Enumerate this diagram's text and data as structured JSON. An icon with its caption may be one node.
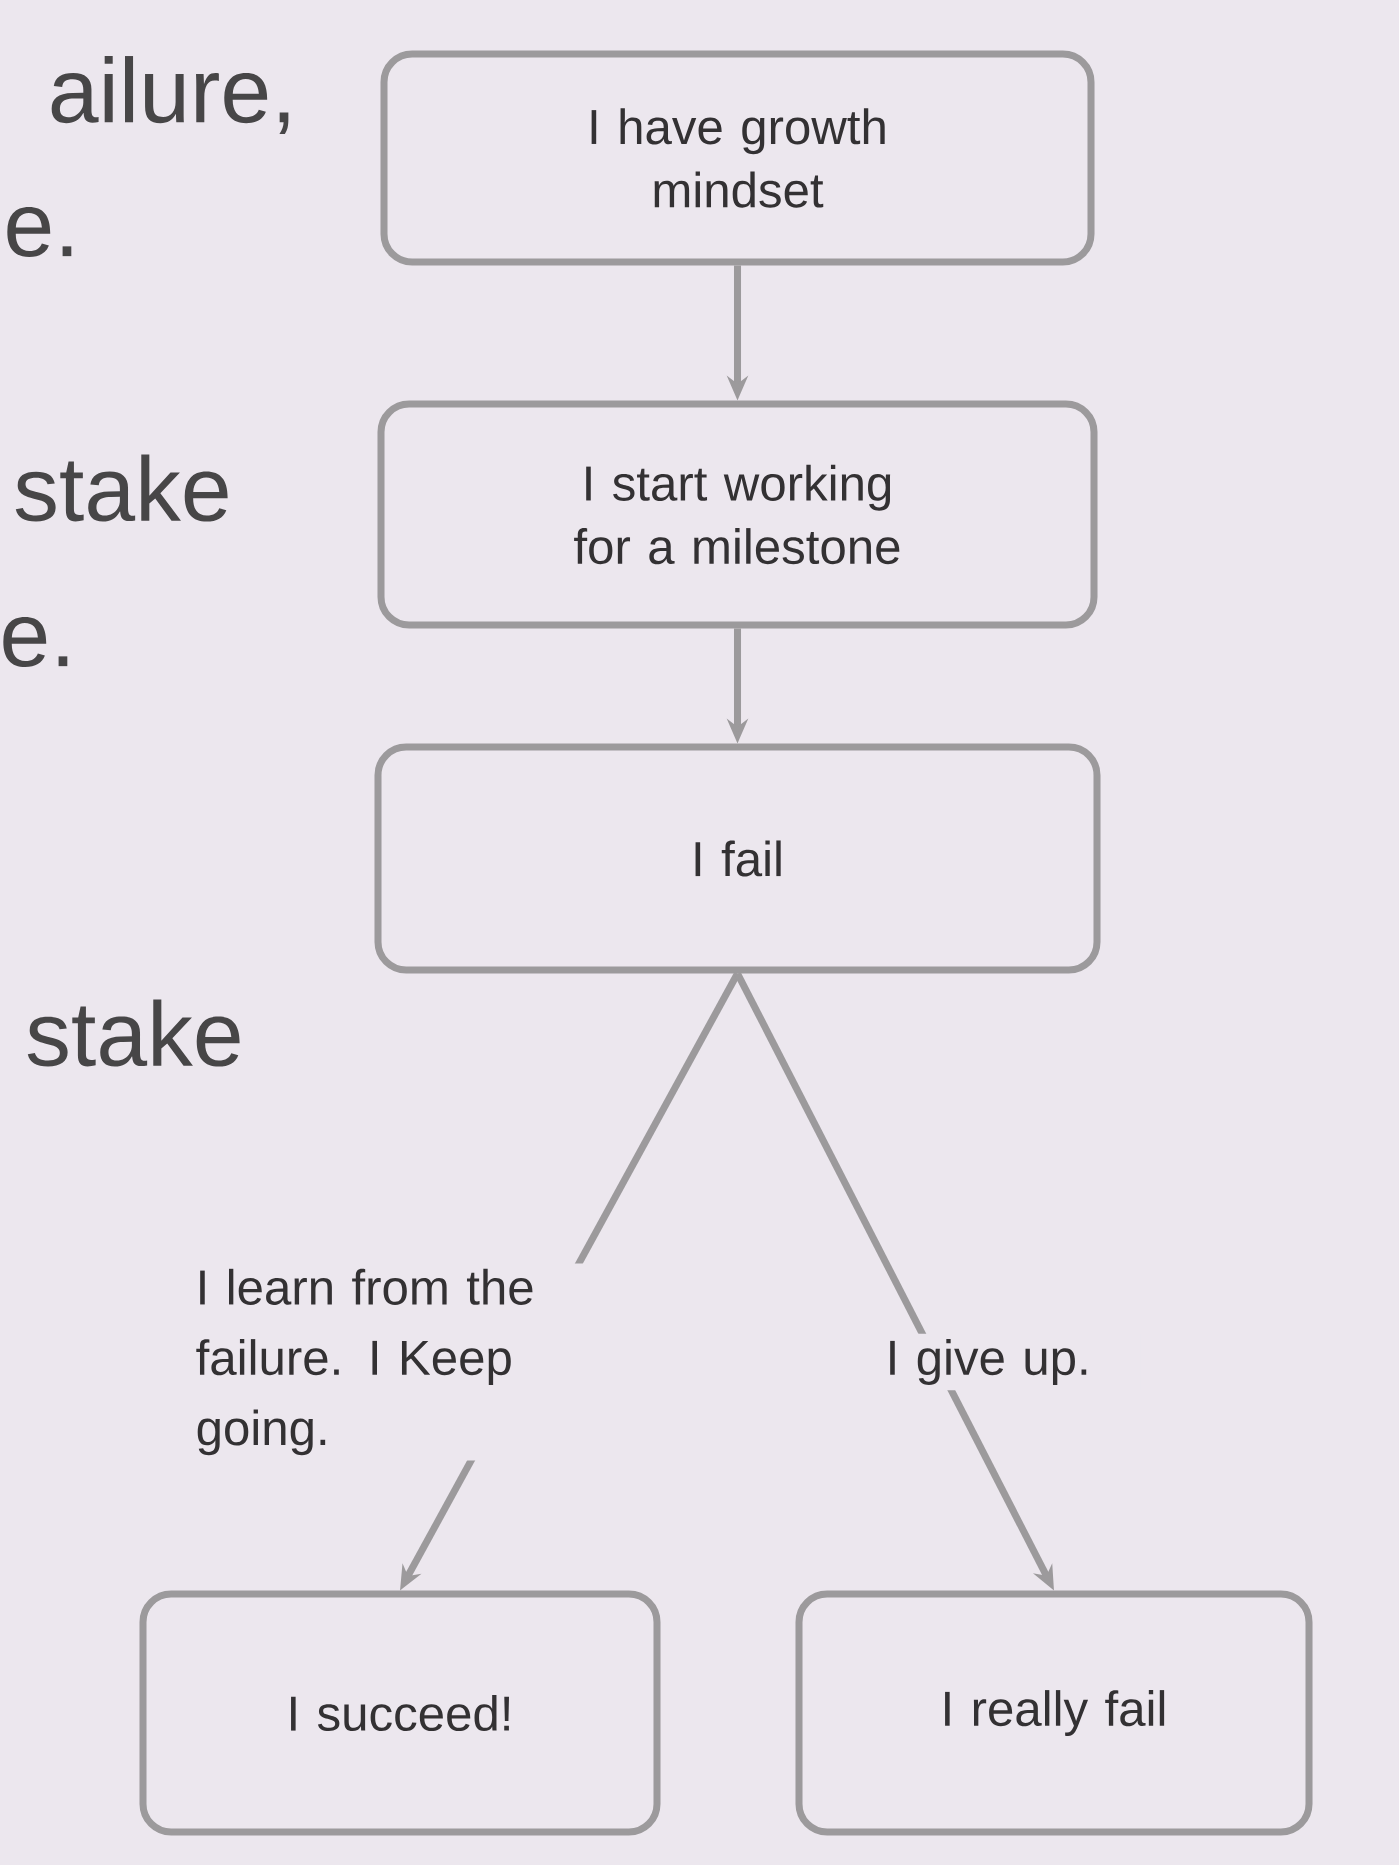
{
  "diagram": {
    "nodes": [
      {
        "text": [
          "I have growth mindset"
        ]
      },
      {
        "text": [
          "I start working for a milestone"
        ]
      },
      {
        "text": [
          "I fail"
        ]
      },
      {
        "text": [
          "I succeed!"
        ]
      },
      {
        "text": [
          "I really fail"
        ]
      }
    ],
    "edges": [
      {
        "from": 0,
        "to": 1,
        "arrow": "to"
      },
      {
        "from": 1,
        "to": 2,
        "arrow": "to"
      },
      {
        "from": 2,
        "to": 3,
        "arrow": "to",
        "label": "I learn from the failure. I Keep going."
      },
      {
        "from": 2,
        "to": 4,
        "arrow": "to",
        "label": "I give up."
      }
    ],
    "labels": [
      "ailure,",
      "e.",
      "stake",
      "e.",
      "stake"
    ]
  }
}
